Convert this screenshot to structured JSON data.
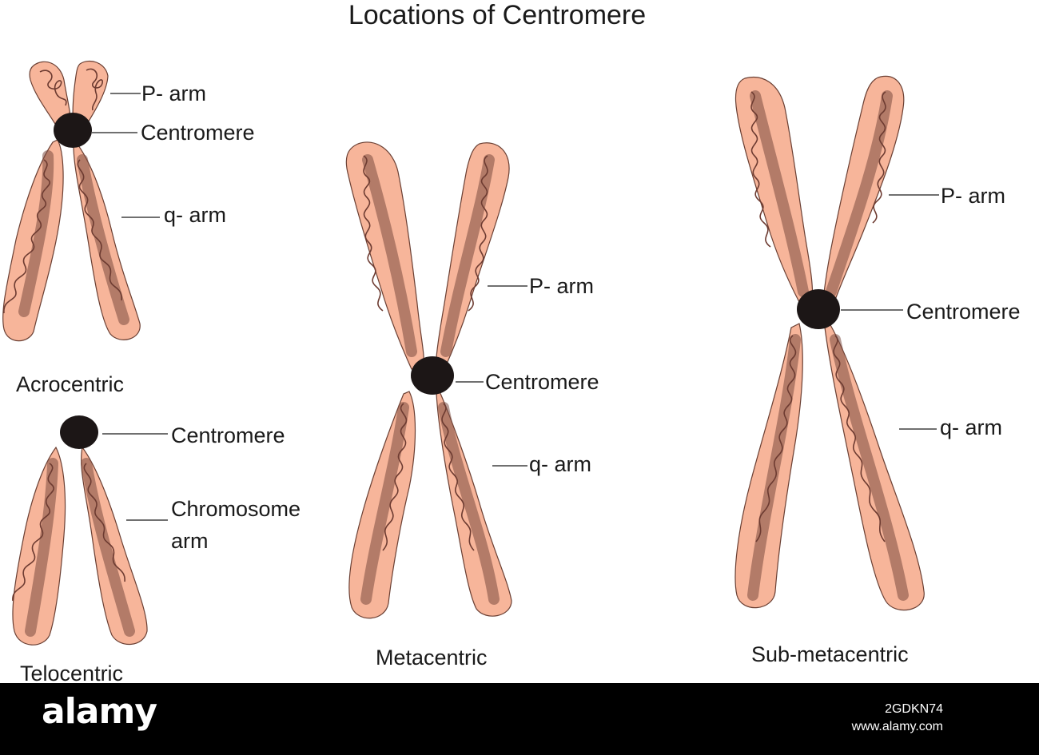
{
  "title": "Locations of Centromere",
  "colors": {
    "arm_fill": "#f7b59a",
    "chromatin": "#6d3b31",
    "centromere": "#1c1616",
    "footer_bg": "#000000"
  },
  "acrocentric": {
    "caption": "Acrocentric",
    "p_arm": "P- arm",
    "centromere": "Centromere",
    "q_arm": "q- arm"
  },
  "telocentric": {
    "caption": "Telocentric",
    "centromere": "Centromere",
    "arm_line1": "Chromosome",
    "arm_line2": "arm"
  },
  "metacentric": {
    "caption": "Metacentric",
    "p_arm": "P- arm",
    "centromere": "Centromere",
    "q_arm": "q- arm"
  },
  "submetacentric": {
    "caption": "Sub-metacentric",
    "p_arm": "P- arm",
    "centromere": "Centromere",
    "q_arm": "q- arm"
  },
  "footer": {
    "brand": "alamy",
    "image_id": "2GDKN74",
    "url": "www.alamy.com"
  }
}
